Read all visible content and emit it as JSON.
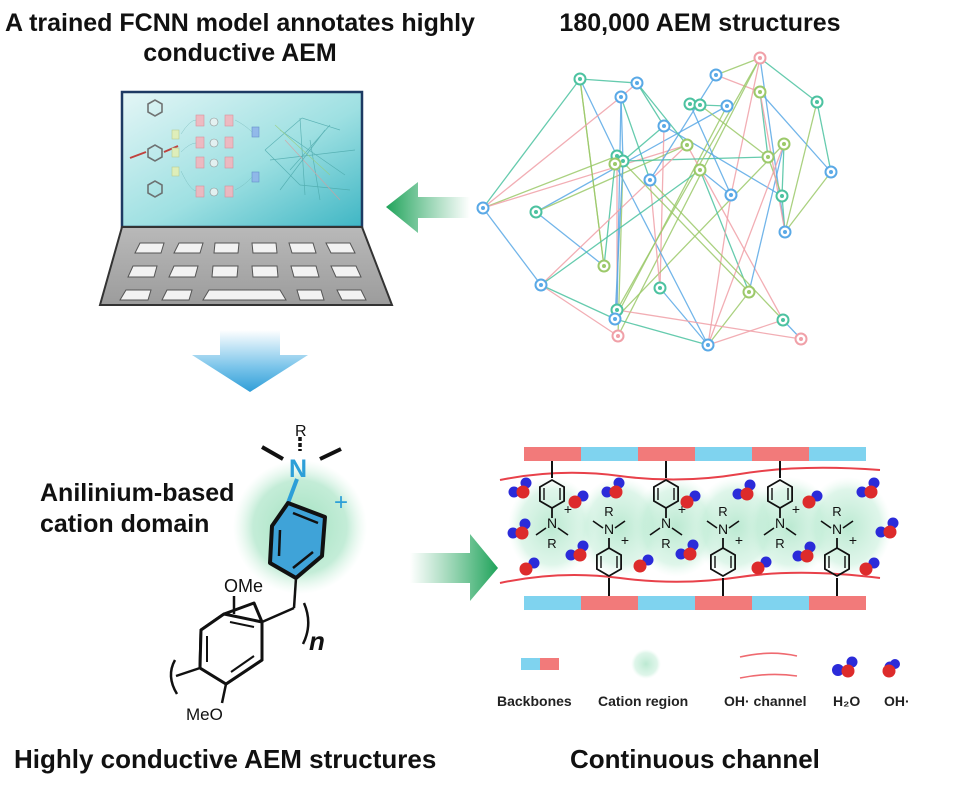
{
  "panels": {
    "top_left": {
      "title": "A trained FCNN model annotates highly conductive AEM"
    },
    "top_right": {
      "title": "180,000 AEM structures"
    },
    "bottom_left": {
      "title": "Highly conductive AEM structures",
      "cation_label_line1": "Anilinium-based",
      "cation_label_line2": "cation domain",
      "substituent_top": "OMe",
      "substituent_bottom": "MeO",
      "nitrogen": "N",
      "r_group": "R",
      "charge": "+",
      "repeat_unit": "n"
    },
    "bottom_right": {
      "title": "Continuous channel",
      "cation_unit": {
        "n": "N",
        "r": "R",
        "charge": "+"
      }
    }
  },
  "legend": [
    {
      "label": "Backbones",
      "icon": "backbone-bar-icon"
    },
    {
      "label": "Cation region",
      "icon": "cation-region-icon"
    },
    {
      "label": "OH· channel",
      "icon": "channel-wave-icon"
    },
    {
      "label": "H₂O",
      "icon": "water-molecule-icon"
    },
    {
      "label": "OH·",
      "icon": "hydroxide-icon"
    }
  ],
  "colors": {
    "blue_segment": "#7fd3ef",
    "red_segment": "#f27a7a",
    "cation_glow": "#7fd6a8",
    "channel_line": "#e8414a",
    "oxygen": "#dd2b2b",
    "hydrogen": "#2b2bd9",
    "arrow_green": "#22a85a",
    "arrow_blue": "#3aa8d8",
    "screen": "#5ec8cf",
    "keyboard": "#a9a9a9",
    "benzene_highlight": "#3fa3d8"
  }
}
